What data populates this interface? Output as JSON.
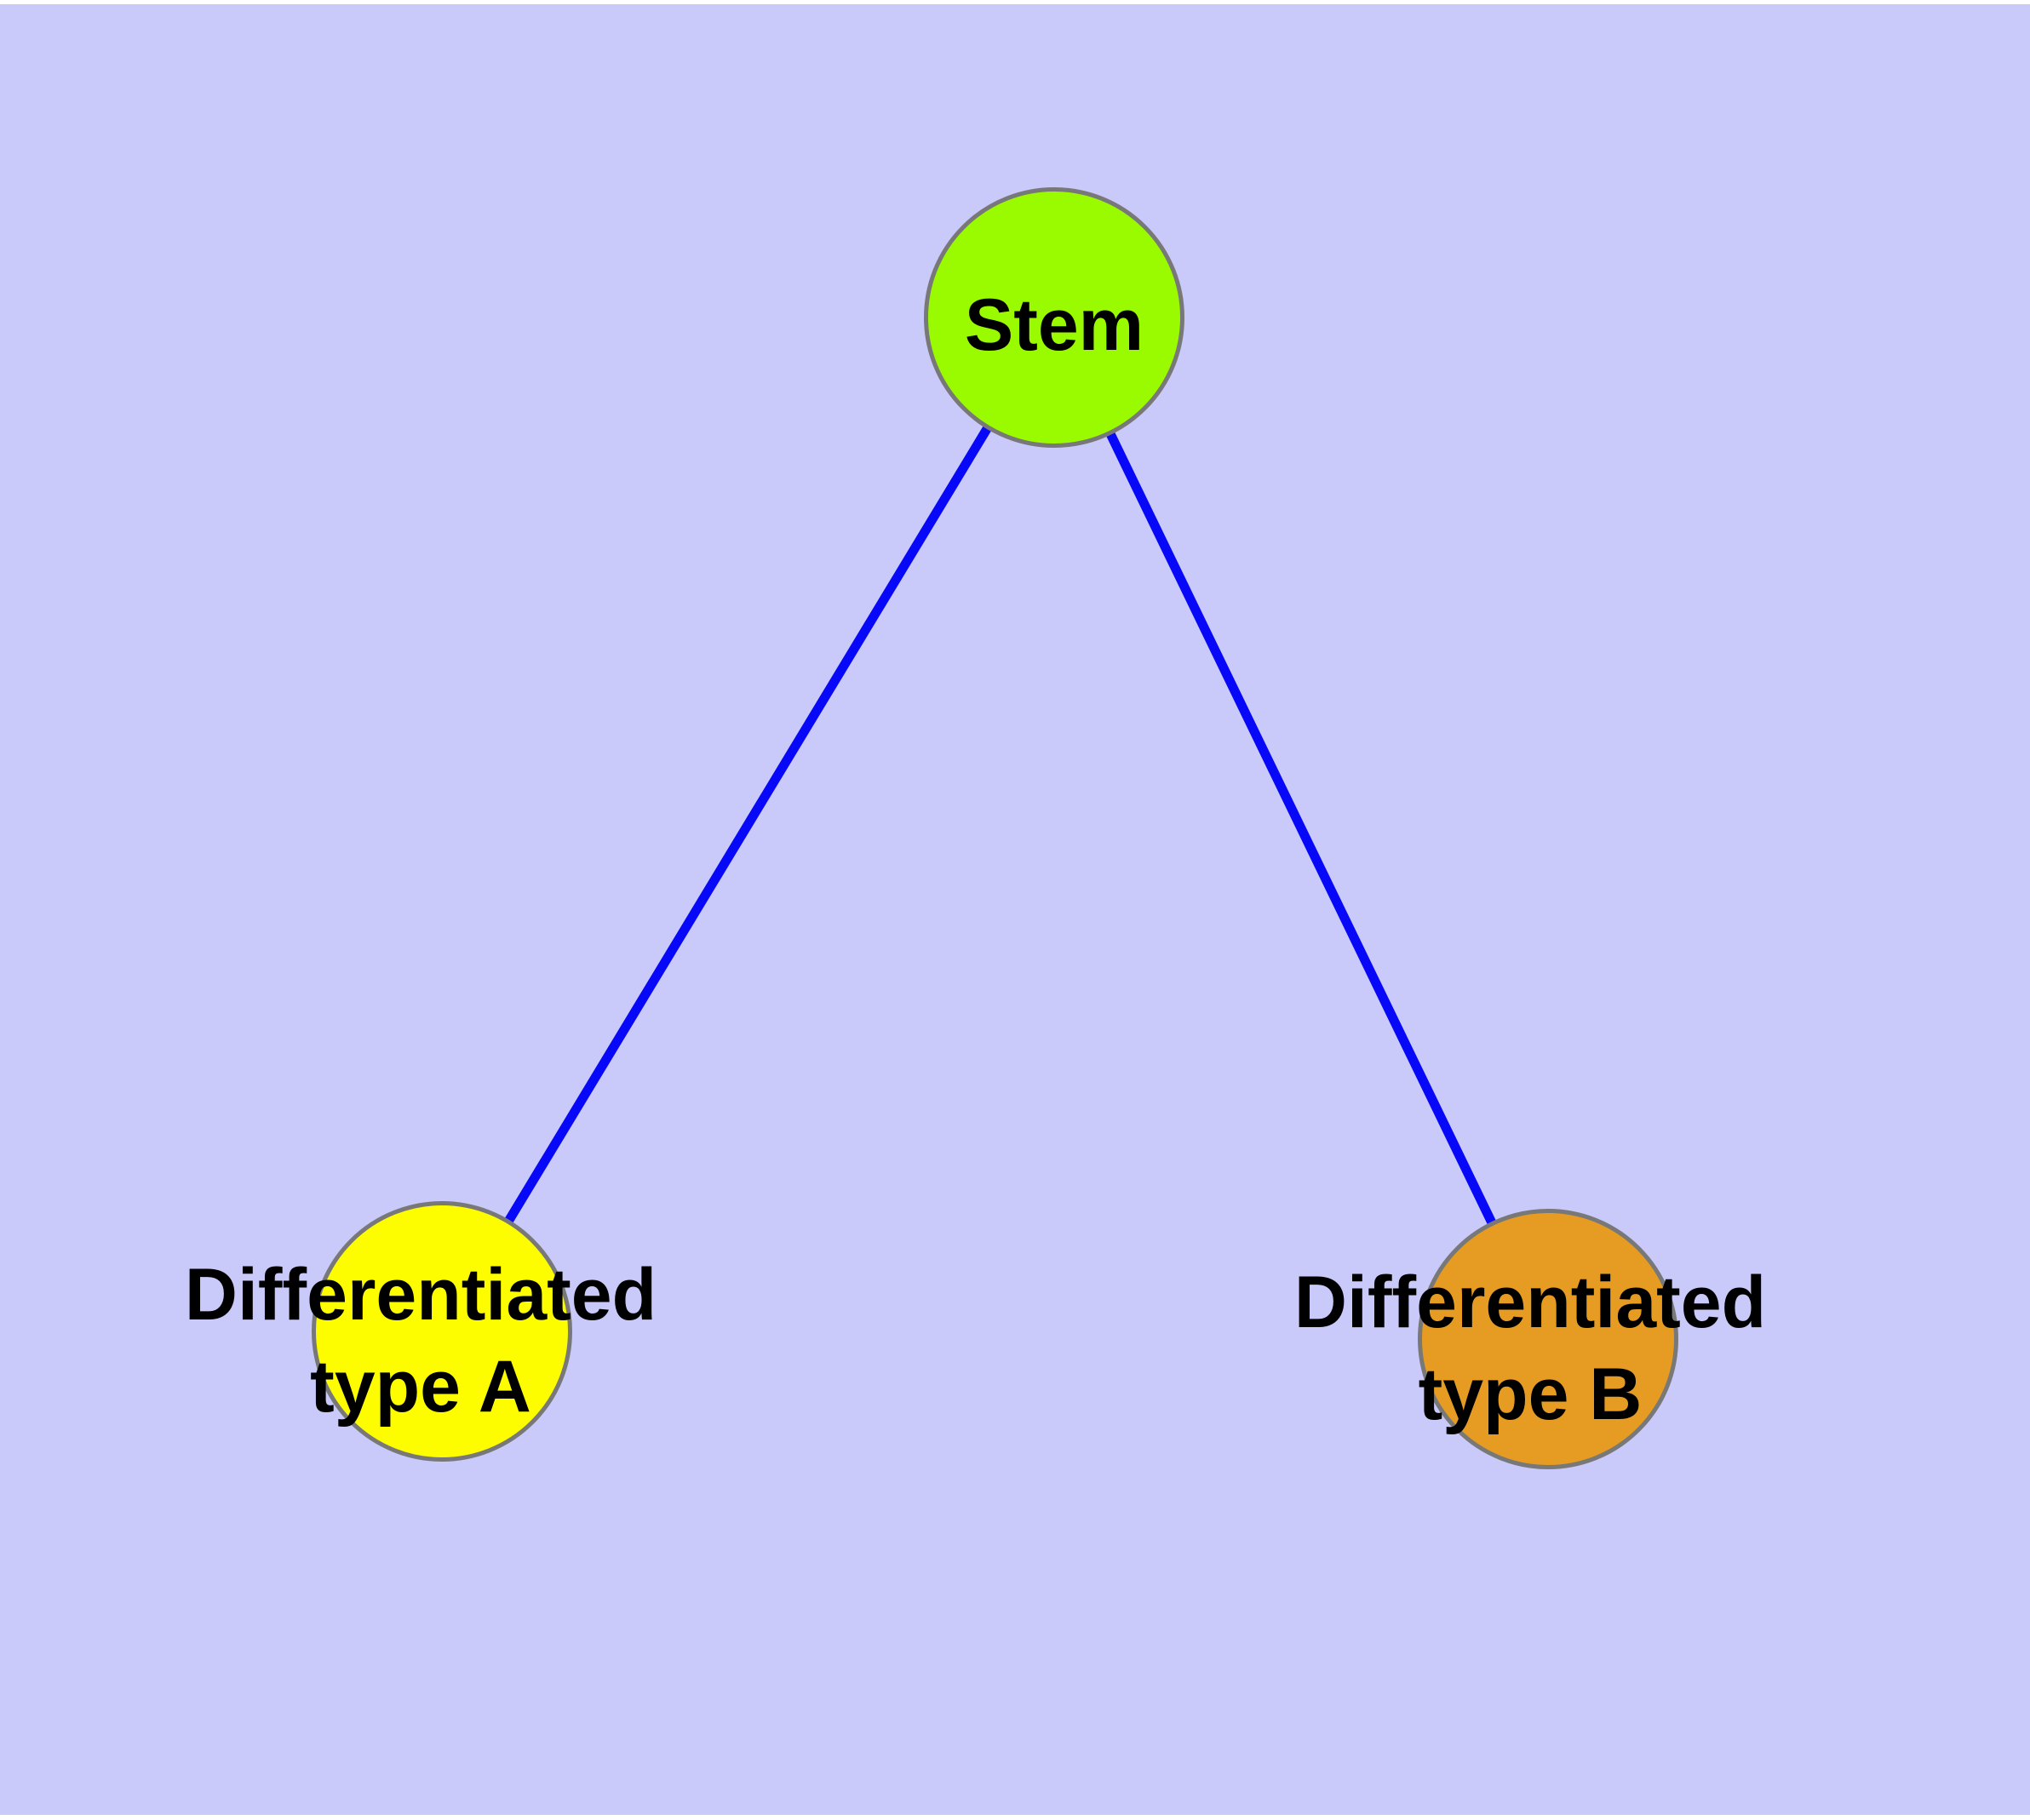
{
  "diagram": {
    "background_color": "#C9C9FA",
    "edge_color": "#0808F8",
    "node_border_color": "#787878",
    "text_color": "#000000",
    "nodes": [
      {
        "id": "stem",
        "label": "Stem",
        "fill": "#9AFB01"
      },
      {
        "id": "differentiated-type-a",
        "label": "Differentiated\ntype A",
        "fill": "#FDFD00"
      },
      {
        "id": "differentiated-type-b",
        "label": "Differentiated\ntype B",
        "fill": "#E69C23"
      }
    ],
    "edges": [
      {
        "from": "stem",
        "to": "differentiated-type-a"
      },
      {
        "from": "stem",
        "to": "differentiated-type-b"
      }
    ]
  }
}
